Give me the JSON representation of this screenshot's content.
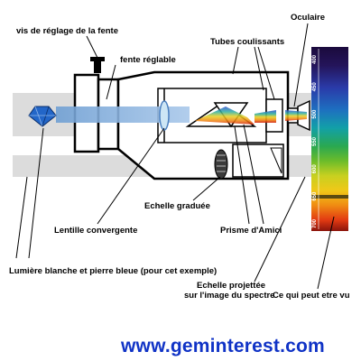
{
  "labels": {
    "slit_screw": "vis de réglage de la fente",
    "eyepiece": "Oculaire",
    "adjustable_slit": "fente réglable",
    "sliding_tubes": "Tubes coulissants",
    "graduated_scale": "Echelle graduée",
    "converging_lens": "Lentille convergente",
    "amici_prism": "Prisme d'Amici",
    "white_light": "Lumière blanche et pierre bleue  (pour cet exemple)",
    "projected_scale": "Echelle projettée",
    "projected_scale_line2": "sur l'image du spectre",
    "visible_result": "Ce qui peut etre vu"
  },
  "spectrum_scale": {
    "ticks": [
      "400",
      "450",
      "500",
      "550",
      "600",
      "650",
      "700"
    ]
  },
  "website": "www.geminterest.com",
  "colors": {
    "light_beam": "#dcdcdc",
    "blue_beam": "#6f9fd3",
    "gem": "#2366c8",
    "instrument_body": "#ffffff",
    "website_text": "#1033c6"
  }
}
